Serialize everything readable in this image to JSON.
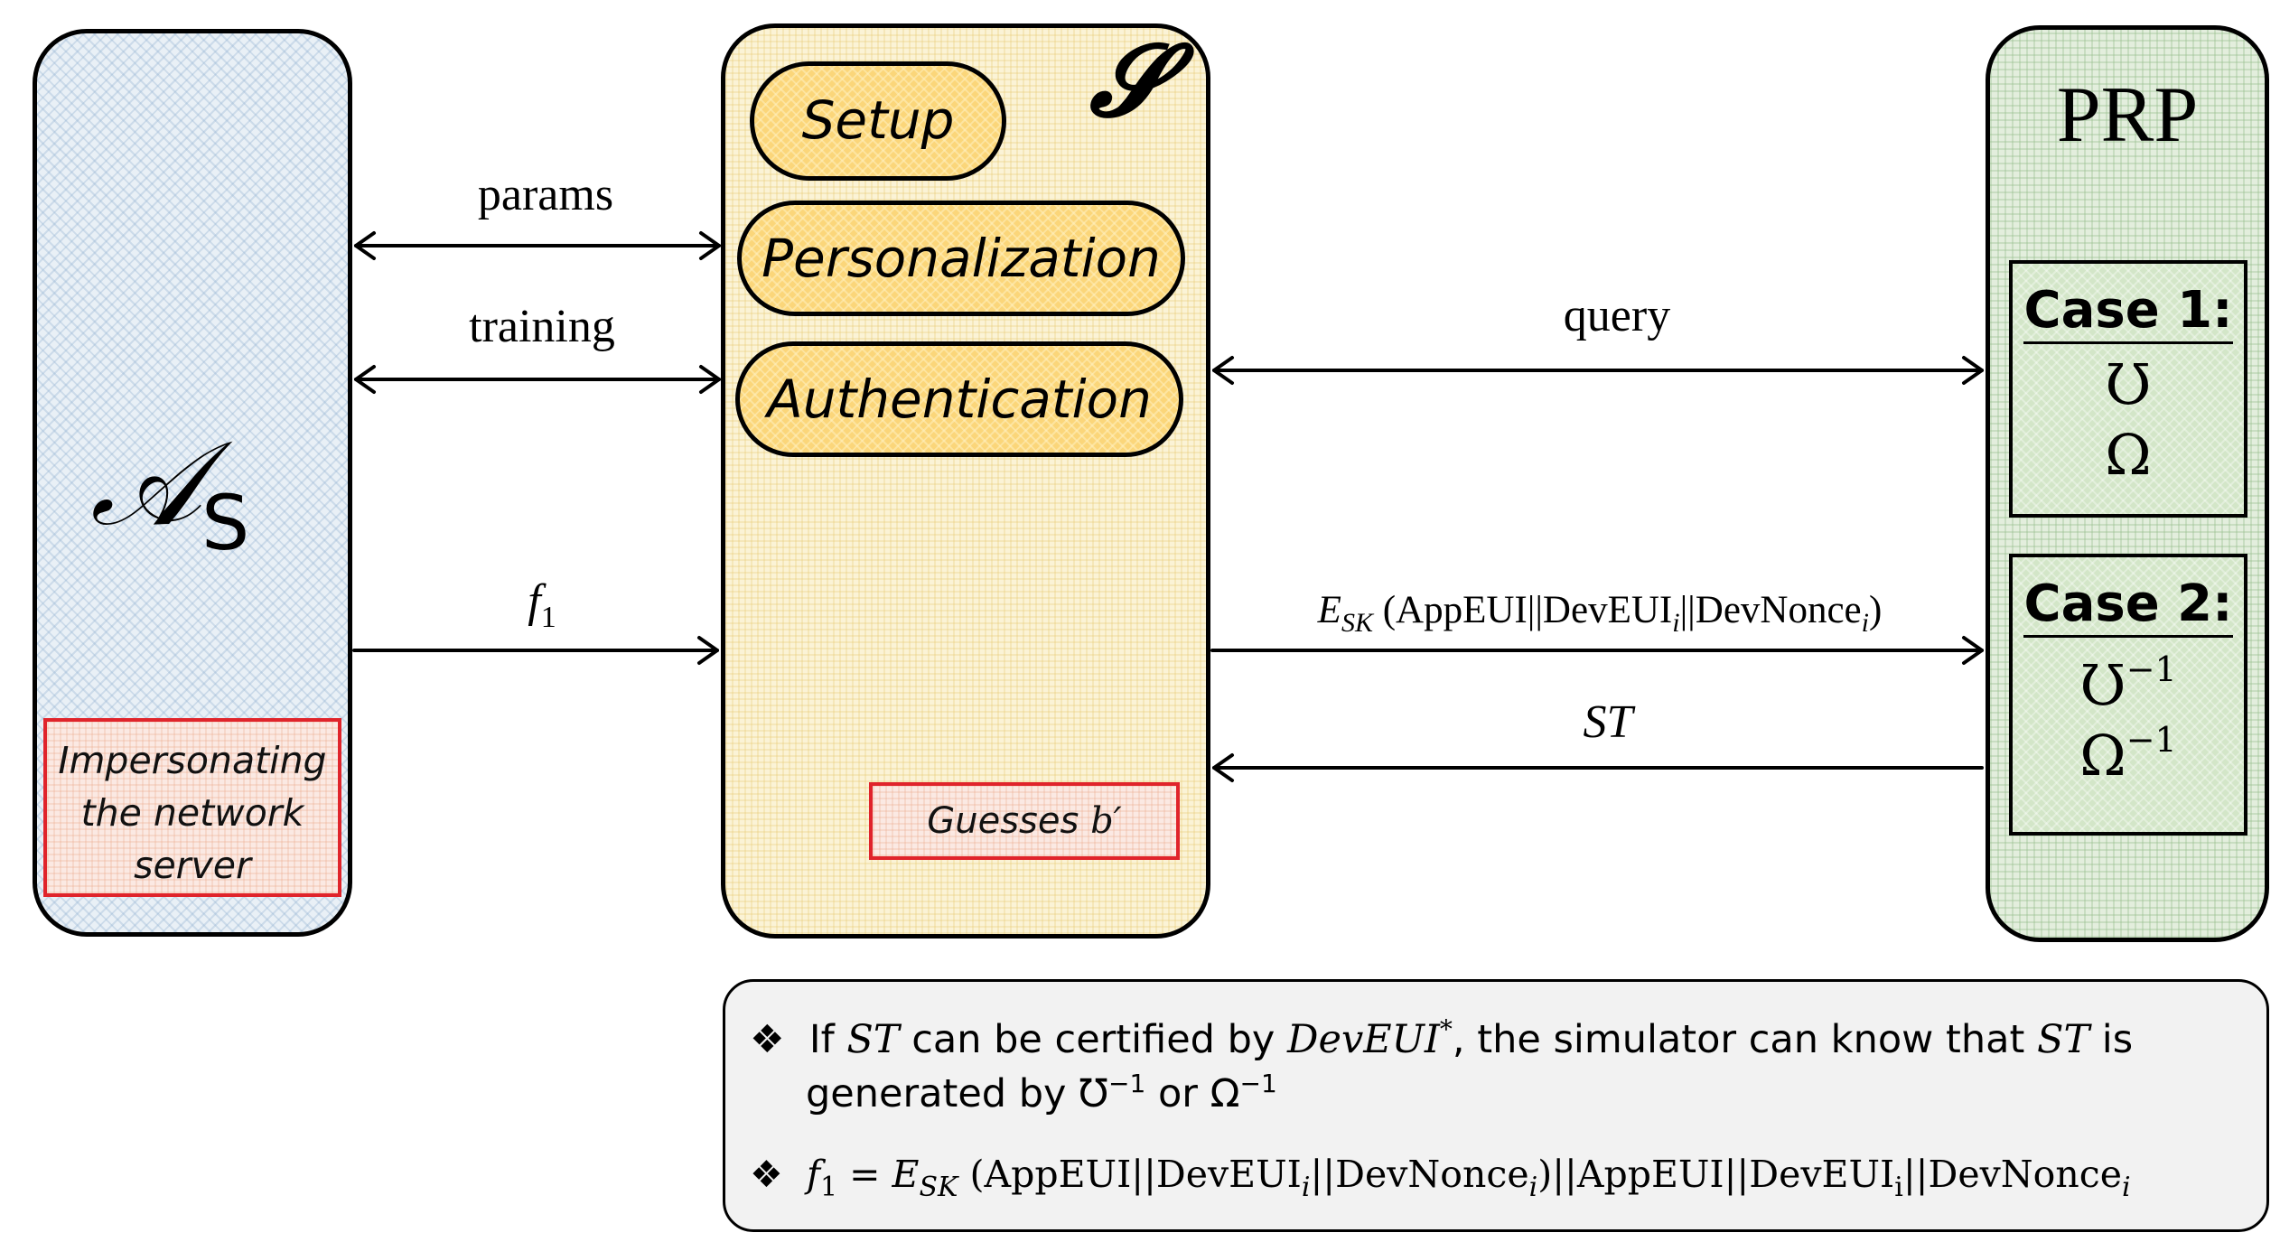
{
  "adversary": {
    "symbol": "𝒜",
    "subscript": "S",
    "note_lines": [
      "Impersonating",
      "the network",
      "server"
    ]
  },
  "simulator": {
    "symbol": "𝓢",
    "phases": [
      "Setup",
      "Personalization",
      "Authentication"
    ],
    "guess_prefix": "Guesses ",
    "guess_var": "b′"
  },
  "prp": {
    "title": "PRP",
    "case1": {
      "title": "Case 1:",
      "sym_a": "Ʊ",
      "sym_b": "Ω"
    },
    "case2": {
      "title": "Case 2:",
      "sym_a": "Ʊ",
      "sym_b": "Ω",
      "exp": "−1"
    }
  },
  "arrows": {
    "params": "params",
    "training": "training",
    "f1_base": "f",
    "f1_sub": "1",
    "query": "query",
    "esk_base": "E",
    "esk_sub": "SK",
    "esk_args": " (AppEUI||DevEUI",
    "esk_i": "i",
    "esk_mid": "||DevNonce",
    "esk_i2": "i",
    "esk_close": ")",
    "st": "ST"
  },
  "notes": {
    "bullet": "❖",
    "line1_a": "If ",
    "line1_st": "ST",
    "line1_b": " can be certified by ",
    "line1_dev": "DevEUI",
    "line1_star": "*",
    "line1_c": ", the simulator can know that ",
    "line1_st2": "ST",
    "line1_d": " is",
    "line2_a": "generated by Ʊ",
    "line2_exp": "−1",
    "line2_b": " or Ω",
    "line2_exp2": "−1",
    "line3_f": "f",
    "line3_fsub": "1",
    "line3_eq": " = ",
    "line3_e": "E",
    "line3_esub": "SK",
    "line3_a": " (AppEUI||DevEUI",
    "line3_i1": "i",
    "line3_b": "||DevNonce",
    "line3_i2": "i",
    "line3_c": ")||AppEUI||DevEUI",
    "line3_i3": "i",
    "line3_d": "||DevNonce",
    "line3_i4": "i"
  }
}
